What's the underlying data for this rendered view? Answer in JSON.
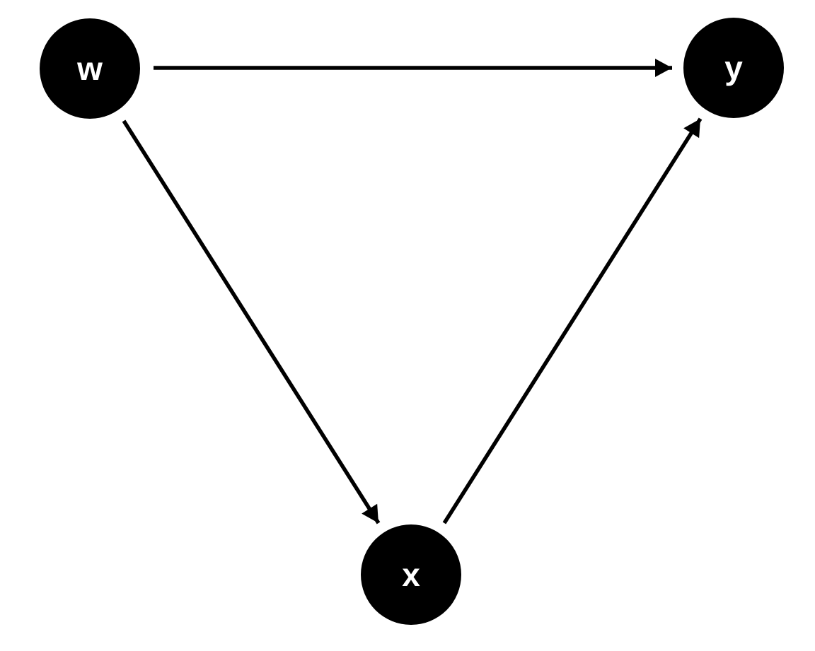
{
  "diagram": {
    "type": "directed-graph",
    "background_color": "#ffffff",
    "node_fill_color": "#000000",
    "node_label_color": "#ffffff",
    "edge_color": "#000000",
    "nodes": [
      {
        "id": "w",
        "label": "w",
        "position": "top-left"
      },
      {
        "id": "y",
        "label": "y",
        "position": "top-right"
      },
      {
        "id": "x",
        "label": "x",
        "position": "bottom-center"
      }
    ],
    "edges": [
      {
        "from": "w",
        "to": "y"
      },
      {
        "from": "w",
        "to": "x"
      },
      {
        "from": "x",
        "to": "y"
      }
    ]
  }
}
